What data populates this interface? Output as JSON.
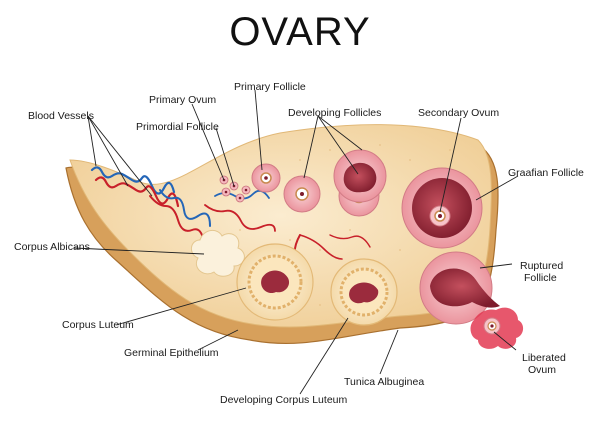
{
  "title": "OVARY",
  "labels": {
    "blood_vessels": "Blood Vessels",
    "primary_ovum": "Primary Ovum",
    "primary_follicle": "Primary Follicle",
    "primordial_follicle": "Primordial Follicle",
    "developing_follicles": "Developing Follicles",
    "secondary_ovum": "Secondary  Ovum",
    "graafian_follicle": "Graafian Follicle",
    "corpus_albicans": "Corpus Albicans",
    "ruptured_follicle_1": "Ruptured",
    "ruptured_follicle_2": "Follicle",
    "corpus_luteum": "Corpus Luteum",
    "germinal_epithelium": "Germinal Epithelium",
    "liberated_ovum_1": "Liberated",
    "liberated_ovum_2": "Ovum",
    "tunica_albuginea": "Tunica Albuginea",
    "developing_corpus_luteum": "Developing Corpus Luteum"
  },
  "colors": {
    "stroma": "#f6deb4",
    "outer_layer": "#d9a35e",
    "outer_edge": "#b0783a",
    "follicle_pink": "#f1a7ae",
    "follicle_dark": "#9b2b3d",
    "vessel_red": "#c8202a",
    "vessel_blue": "#2466b8"
  }
}
